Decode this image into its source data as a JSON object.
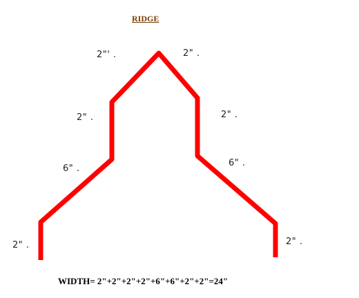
{
  "title": "RIDGE",
  "dimensions": {
    "upper_left": "2\"' .",
    "upper_right": "2\" .",
    "mid_left": "2\" .",
    "mid_right": "2\" .",
    "lower_left": "6\" .",
    "lower_right": "6\" .",
    "bottom_left": "2\" .",
    "bottom_right": "2\" ."
  },
  "width_formula": "WIDTH=  2\"+2\"+2\"+2\"+6\"+6\"+2\"+2\"=24\"",
  "colors": {
    "profile_line": "#ff0000",
    "title": "#7a3b00",
    "label_text": "#222222"
  }
}
